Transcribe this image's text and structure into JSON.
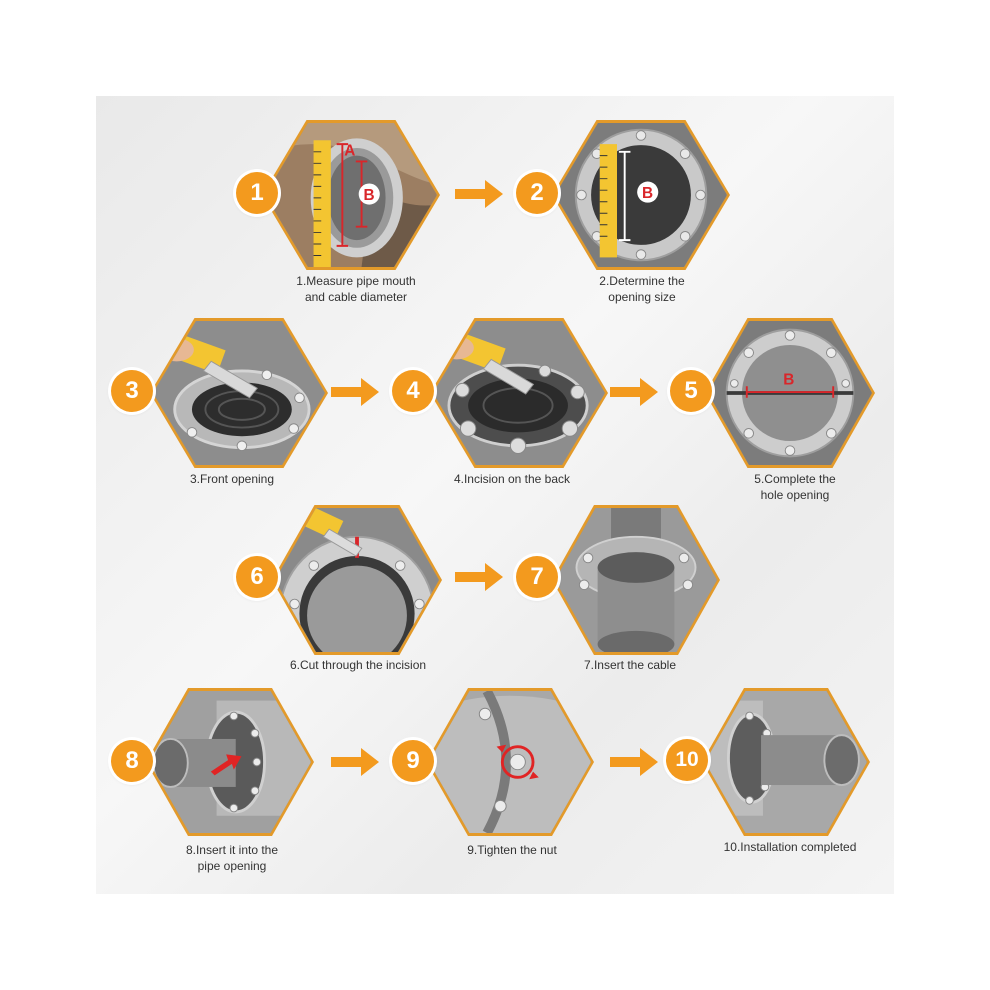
{
  "colors": {
    "accent": "#f39a1e",
    "hex_border": "#e39a2a",
    "hex_fill": "#8a8a8a",
    "caption": "#333333",
    "marker_red": "#d9262a"
  },
  "steps": [
    {
      "number": "1",
      "caption": "1.Measure pipe mouth\nand cable diameter",
      "labels": [
        "A",
        "B"
      ]
    },
    {
      "number": "2",
      "caption": "2.Determine the\nopening size",
      "labels": [
        "B"
      ]
    },
    {
      "number": "3",
      "caption": "3.Front opening"
    },
    {
      "number": "4",
      "caption": "4.Incision on the back"
    },
    {
      "number": "5",
      "caption": "5.Complete the\nhole opening",
      "labels": [
        "B"
      ]
    },
    {
      "number": "6",
      "caption": "6.Cut through the incision"
    },
    {
      "number": "7",
      "caption": "7.Insert the cable"
    },
    {
      "number": "8",
      "caption": "8.Insert it into the\npipe opening"
    },
    {
      "number": "9",
      "caption": "9.Tighten the nut"
    },
    {
      "number": "10",
      "caption": "10.Installation completed"
    }
  ],
  "arrow_icon": "right-arrow-icon"
}
